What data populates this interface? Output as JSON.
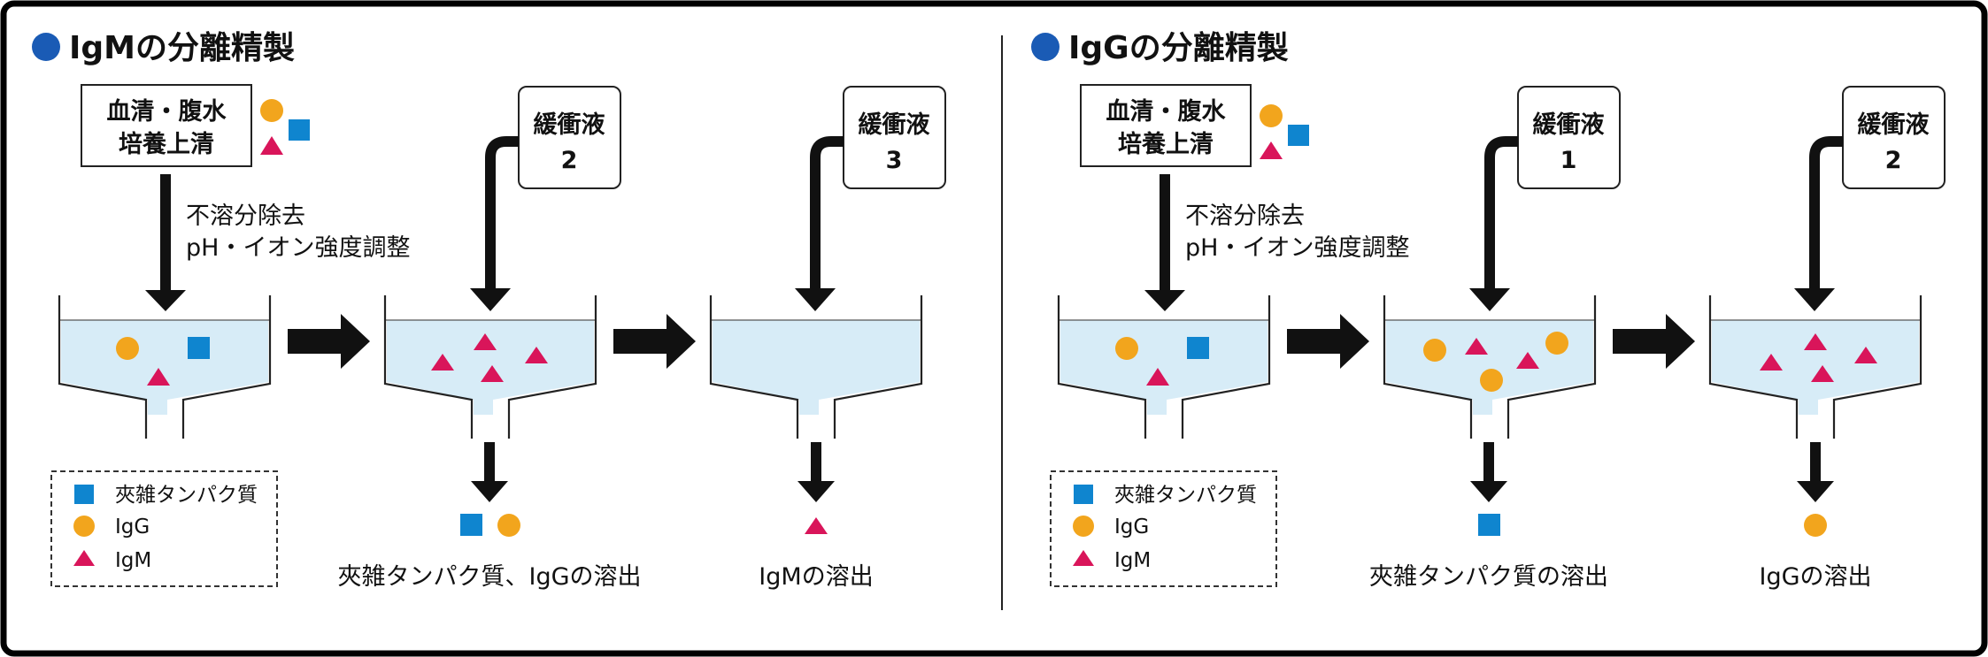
{
  "colors": {
    "frame": "#000000",
    "liquid": "#d7ecf7",
    "igg": "#f2a51d",
    "igm": "#d9155a",
    "contaminant": "#0f85cf",
    "bullet": "#1a5bb5"
  },
  "left": {
    "title": "IgMの分離精製",
    "source_line1": "血清・腹水",
    "source_line2": "培養上清",
    "note_line1": "不溶分除去",
    "note_line2": "pH・イオン強度調整",
    "buffer_a_label": "緩衝液",
    "buffer_a_num": "2",
    "buffer_b_label": "緩衝液",
    "buffer_b_num": "3",
    "output_a": "夾雑タンパク質、IgGの溶出",
    "output_b": "IgMの溶出",
    "legend": [
      {
        "icon": "square",
        "text": "夾雑タンパク質"
      },
      {
        "icon": "circle",
        "text": "IgG"
      },
      {
        "icon": "triangle",
        "text": "IgM"
      }
    ]
  },
  "right": {
    "title": "IgGの分離精製",
    "source_line1": "血清・腹水",
    "source_line2": "培養上清",
    "note_line1": "不溶分除去",
    "note_line2": "pH・イオン強度調整",
    "buffer_a_label": "緩衝液",
    "buffer_a_num": "1",
    "buffer_b_label": "緩衝液",
    "buffer_b_num": "2",
    "output_a": "夾雑タンパク質の溶出",
    "output_b": "IgGの溶出",
    "legend": [
      {
        "icon": "square",
        "text": "夾雑タンパク質"
      },
      {
        "icon": "circle",
        "text": "IgG"
      },
      {
        "icon": "triangle",
        "text": "IgM"
      }
    ]
  }
}
